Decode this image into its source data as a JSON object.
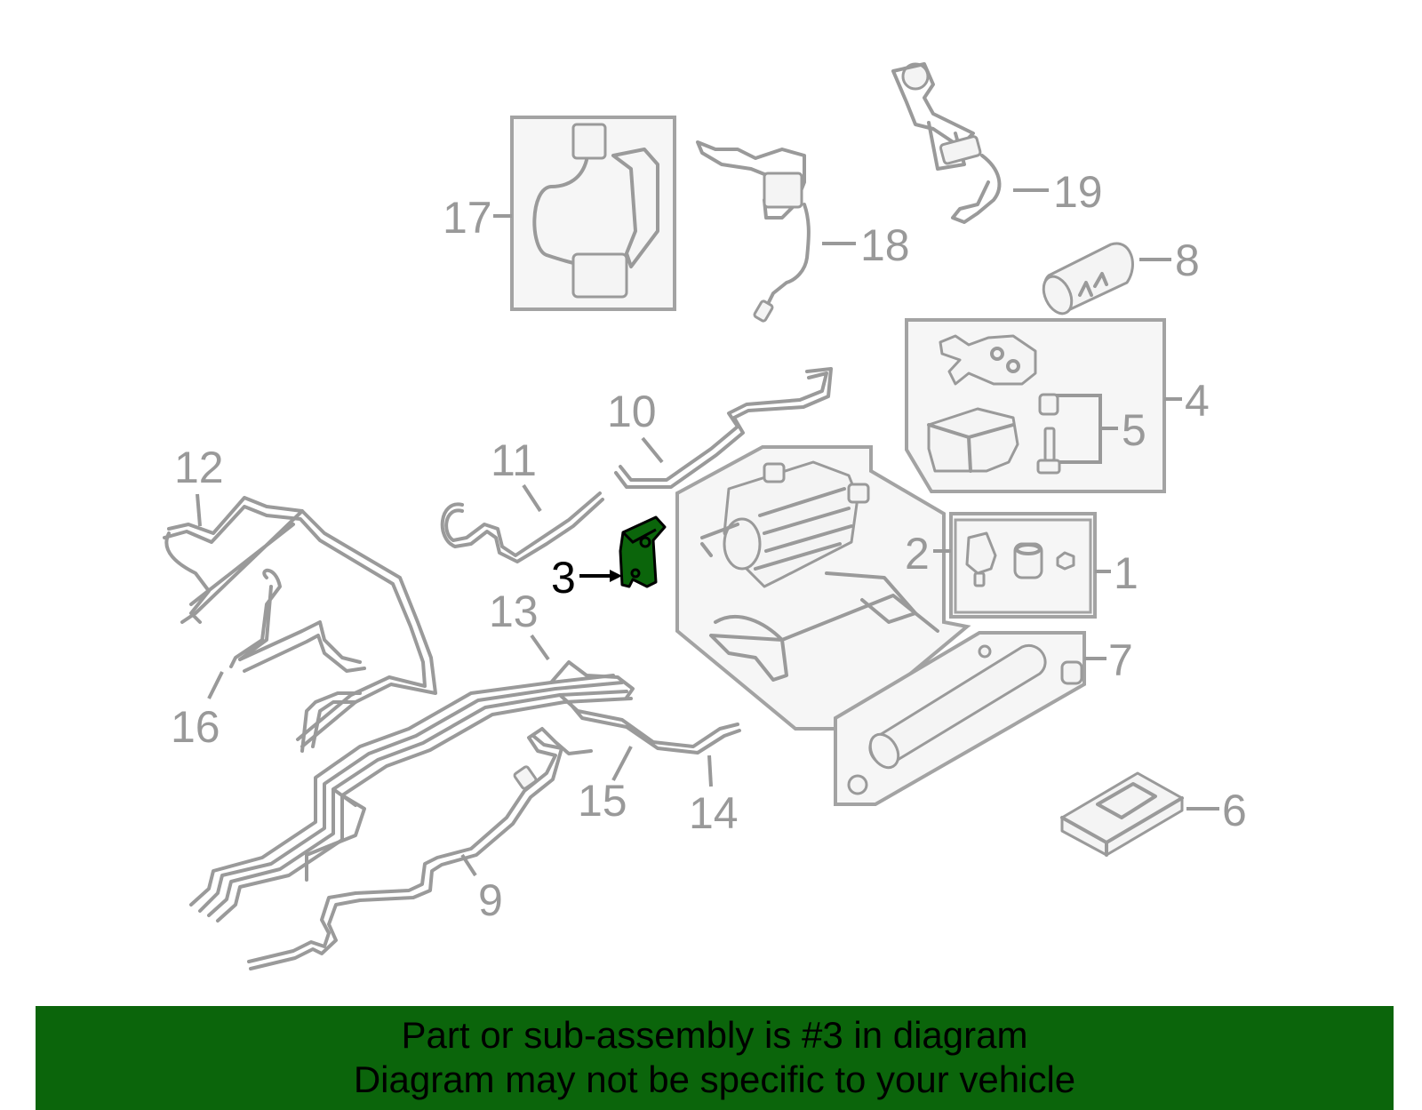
{
  "diagram": {
    "callouts": [
      "1",
      "2",
      "3",
      "4",
      "5",
      "6",
      "7",
      "8",
      "9",
      "10",
      "11",
      "12",
      "13",
      "14",
      "15",
      "16",
      "17",
      "18",
      "19"
    ],
    "highlighted_callout": "3",
    "highlight_color": "#0b650b"
  },
  "banner": {
    "line1": "Part or sub-assembly is #3 in diagram",
    "line2": "Diagram may not be specific to your vehicle"
  }
}
